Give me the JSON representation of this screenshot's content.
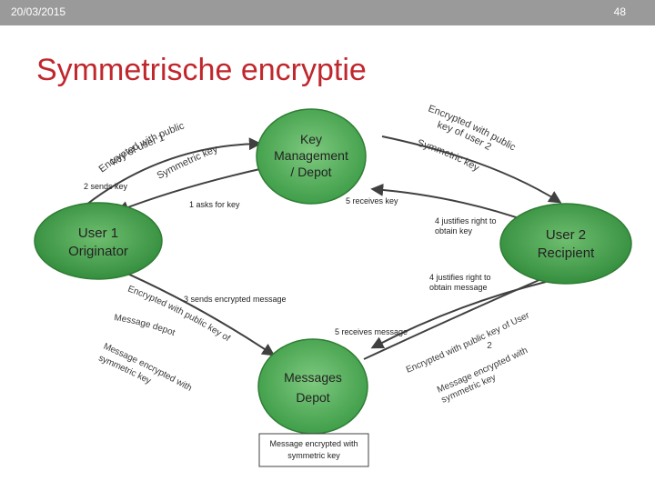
{
  "header": {
    "date": "20/03/2015",
    "page_number": "48"
  },
  "slide": {
    "title": "Symmetrische encryptie"
  },
  "nodes": {
    "key_depot": [
      "Key",
      "Management",
      "/ Depot"
    ],
    "user1": [
      "User 1",
      "Originator"
    ],
    "user2": [
      "User 2",
      "Recipient"
    ],
    "messages_depot": [
      "Messages",
      "Depot"
    ]
  },
  "steps": {
    "sends_key": "2 sends key",
    "asks_for_key": "1 asks for key",
    "receives_key": "5 receives key",
    "justifies_key": [
      "4 justifies right to",
      "obtain key"
    ],
    "justifies_message": [
      "4 justifies right to",
      "obtain message"
    ],
    "sends_message": "3 sends encrypted message",
    "receives_message": "5 receives message"
  },
  "annotations": {
    "top_left": [
      "Encrypted with public",
      "key of user 1",
      "Symmetric key"
    ],
    "top_right": [
      "Encrypted with public",
      "key of user 2",
      "Symmetric key"
    ],
    "bottom_left": [
      "Encrypted with public key of",
      "Message depot",
      "Message encrypted with",
      "symmetric key"
    ],
    "bottom_right": [
      "Encrypted with public key of User",
      "2",
      "Message encrypted with",
      "symmetric key"
    ],
    "messages_depot_box": [
      "Message encrypted with",
      "symmetric key"
    ]
  },
  "colors": {
    "node_fill": "#2e7d3a",
    "node_fill_light": "#4caf50",
    "title": "#c0272d",
    "header_bar": "#9a9a9a"
  }
}
